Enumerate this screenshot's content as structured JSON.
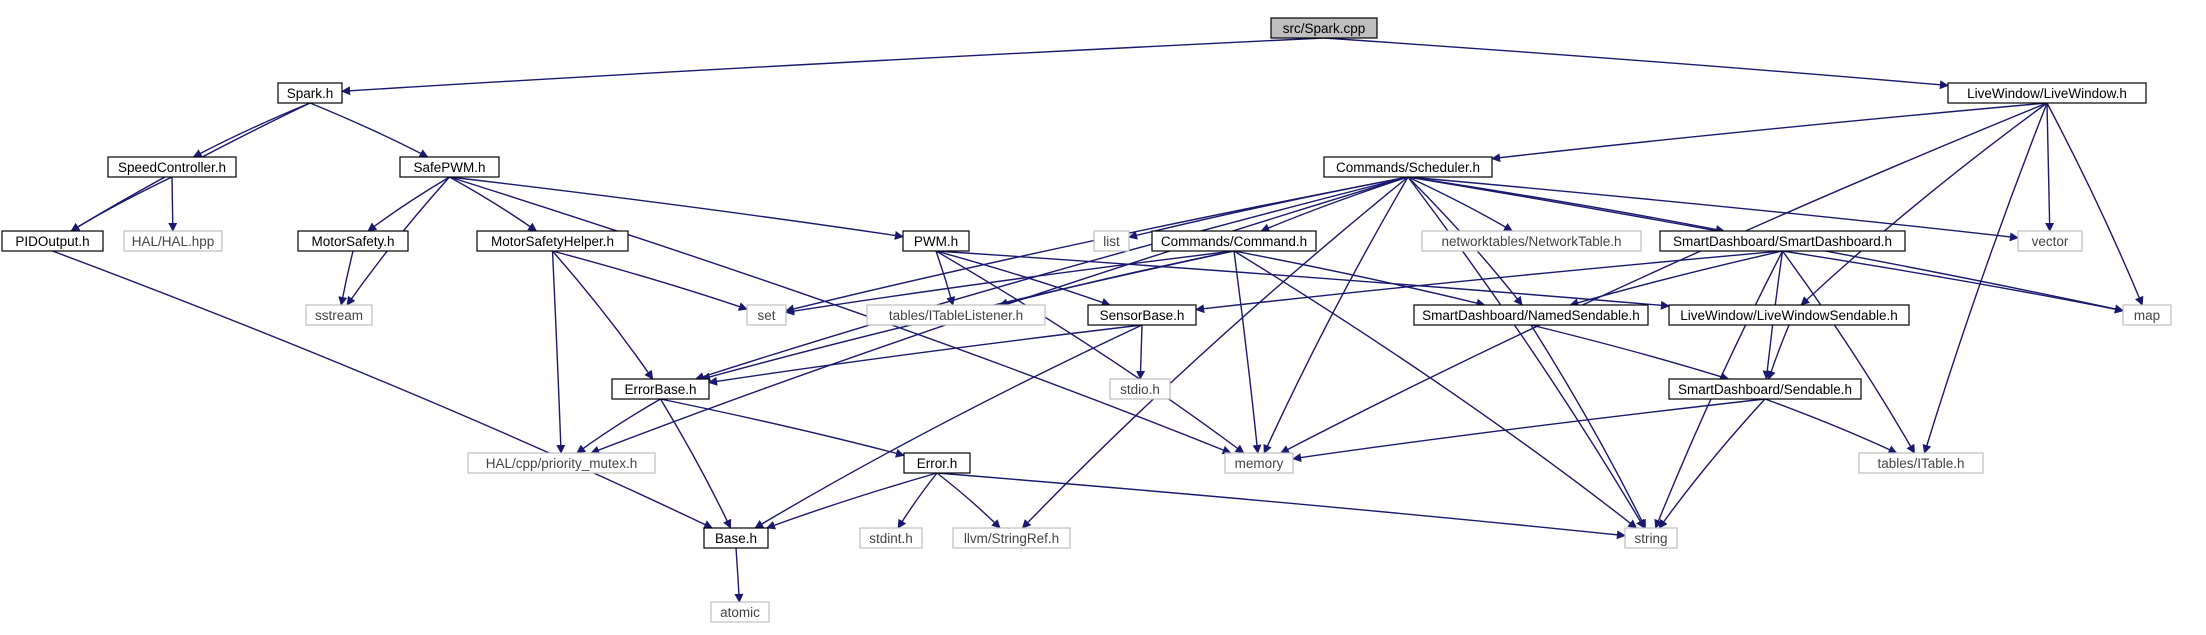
{
  "colors": {
    "edge": "#191970",
    "root_fill": "#bfbfbf",
    "node_border": "#000000",
    "ext_border": "#bfbfbf",
    "background": "#ffffff"
  },
  "nodes": [
    {
      "id": "spark_cpp",
      "label": "src/Spark.cpp",
      "kind": "root"
    },
    {
      "id": "spark_h",
      "label": "Spark.h",
      "kind": "local"
    },
    {
      "id": "livewindow_h",
      "label": "LiveWindow/LiveWindow.h",
      "kind": "local"
    },
    {
      "id": "speedcontroller_h",
      "label": "SpeedController.h",
      "kind": "local"
    },
    {
      "id": "safepwm_h",
      "label": "SafePWM.h",
      "kind": "local"
    },
    {
      "id": "scheduler_h",
      "label": "Commands/Scheduler.h",
      "kind": "local"
    },
    {
      "id": "pidoutput_h",
      "label": "PIDOutput.h",
      "kind": "local"
    },
    {
      "id": "hal_hpp",
      "label": "HAL/HAL.hpp",
      "kind": "ext"
    },
    {
      "id": "motorsafety_h",
      "label": "MotorSafety.h",
      "kind": "local"
    },
    {
      "id": "motorsafetyhelper_h",
      "label": "MotorSafetyHelper.h",
      "kind": "local"
    },
    {
      "id": "pwm_h",
      "label": "PWM.h",
      "kind": "local"
    },
    {
      "id": "list",
      "label": "list",
      "kind": "ext"
    },
    {
      "id": "command_h",
      "label": "Commands/Command.h",
      "kind": "local"
    },
    {
      "id": "networktable_h",
      "label": "networktables/NetworkTable.h",
      "kind": "ext"
    },
    {
      "id": "smartdashboard_h",
      "label": "SmartDashboard/SmartDashboard.h",
      "kind": "local"
    },
    {
      "id": "vector",
      "label": "vector",
      "kind": "ext"
    },
    {
      "id": "sstream",
      "label": "sstream",
      "kind": "ext"
    },
    {
      "id": "set",
      "label": "set",
      "kind": "ext"
    },
    {
      "id": "itablelistener_h",
      "label": "tables/ITableListener.h",
      "kind": "ext"
    },
    {
      "id": "sensorbase_h",
      "label": "SensorBase.h",
      "kind": "local"
    },
    {
      "id": "namedsendable_h",
      "label": "SmartDashboard/NamedSendable.h",
      "kind": "local"
    },
    {
      "id": "livewindowsendable_h",
      "label": "LiveWindow/LiveWindowSendable.h",
      "kind": "local"
    },
    {
      "id": "map",
      "label": "map",
      "kind": "ext"
    },
    {
      "id": "errorbase_h",
      "label": "ErrorBase.h",
      "kind": "local"
    },
    {
      "id": "stdio_h",
      "label": "stdio.h",
      "kind": "ext"
    },
    {
      "id": "sendable_h",
      "label": "SmartDashboard/Sendable.h",
      "kind": "local"
    },
    {
      "id": "priority_mutex_h",
      "label": "HAL/cpp/priority_mutex.h",
      "kind": "ext"
    },
    {
      "id": "memory",
      "label": "memory",
      "kind": "ext"
    },
    {
      "id": "error_h",
      "label": "Error.h",
      "kind": "local"
    },
    {
      "id": "itable_h",
      "label": "tables/ITable.h",
      "kind": "ext"
    },
    {
      "id": "base_h",
      "label": "Base.h",
      "kind": "local"
    },
    {
      "id": "stdint_h",
      "label": "stdint.h",
      "kind": "ext"
    },
    {
      "id": "stringref_h",
      "label": "llvm/StringRef.h",
      "kind": "ext"
    },
    {
      "id": "string",
      "label": "string",
      "kind": "ext"
    },
    {
      "id": "atomic",
      "label": "atomic",
      "kind": "ext"
    }
  ],
  "edges": [
    [
      "spark_cpp",
      "spark_h"
    ],
    [
      "spark_cpp",
      "livewindow_h"
    ],
    [
      "spark_h",
      "pidoutput_h"
    ],
    [
      "spark_h",
      "speedcontroller_h"
    ],
    [
      "spark_h",
      "safepwm_h"
    ],
    [
      "speedcontroller_h",
      "pidoutput_h"
    ],
    [
      "speedcontroller_h",
      "hal_hpp"
    ],
    [
      "pidoutput_h",
      "base_h"
    ],
    [
      "safepwm_h",
      "sstream"
    ],
    [
      "safepwm_h",
      "motorsafety_h"
    ],
    [
      "safepwm_h",
      "motorsafetyhelper_h"
    ],
    [
      "safepwm_h",
      "pwm_h"
    ],
    [
      "safepwm_h",
      "memory"
    ],
    [
      "motorsafety_h",
      "sstream"
    ],
    [
      "motorsafetyhelper_h",
      "set"
    ],
    [
      "motorsafetyhelper_h",
      "priority_mutex_h"
    ],
    [
      "motorsafetyhelper_h",
      "errorbase_h"
    ],
    [
      "livewindow_h",
      "scheduler_h"
    ],
    [
      "livewindow_h",
      "memory"
    ],
    [
      "livewindow_h",
      "vector"
    ],
    [
      "livewindow_h",
      "map"
    ],
    [
      "livewindow_h",
      "itable_h"
    ],
    [
      "livewindow_h",
      "livewindowsendable_h"
    ],
    [
      "scheduler_h",
      "priority_mutex_h"
    ],
    [
      "scheduler_h",
      "errorbase_h"
    ],
    [
      "scheduler_h",
      "set"
    ],
    [
      "scheduler_h",
      "list"
    ],
    [
      "scheduler_h",
      "command_h"
    ],
    [
      "scheduler_h",
      "namedsendable_h"
    ],
    [
      "scheduler_h",
      "networktable_h"
    ],
    [
      "scheduler_h",
      "smartdashboard_h"
    ],
    [
      "scheduler_h",
      "vector"
    ],
    [
      "scheduler_h",
      "map"
    ],
    [
      "scheduler_h",
      "string"
    ],
    [
      "scheduler_h",
      "memory"
    ],
    [
      "scheduler_h",
      "stringref_h"
    ],
    [
      "pwm_h",
      "itablelistener_h"
    ],
    [
      "pwm_h",
      "sensorbase_h"
    ],
    [
      "pwm_h",
      "livewindowsendable_h"
    ],
    [
      "pwm_h",
      "memory"
    ],
    [
      "command_h",
      "set"
    ],
    [
      "command_h",
      "errorbase_h"
    ],
    [
      "command_h",
      "itablelistener_h"
    ],
    [
      "command_h",
      "namedsendable_h"
    ],
    [
      "command_h",
      "memory"
    ],
    [
      "command_h",
      "string"
    ],
    [
      "smartdashboard_h",
      "sensorbase_h"
    ],
    [
      "smartdashboard_h",
      "namedsendable_h"
    ],
    [
      "smartdashboard_h",
      "sendable_h"
    ],
    [
      "smartdashboard_h",
      "itable_h"
    ],
    [
      "smartdashboard_h",
      "string"
    ],
    [
      "smartdashboard_h",
      "map"
    ],
    [
      "sensorbase_h",
      "errorbase_h"
    ],
    [
      "sensorbase_h",
      "stdio_h"
    ],
    [
      "sensorbase_h",
      "base_h"
    ],
    [
      "namedsendable_h",
      "sendable_h"
    ],
    [
      "namedsendable_h",
      "string"
    ],
    [
      "livewindowsendable_h",
      "sendable_h"
    ],
    [
      "sendable_h",
      "memory"
    ],
    [
      "sendable_h",
      "string"
    ],
    [
      "sendable_h",
      "itable_h"
    ],
    [
      "errorbase_h",
      "priority_mutex_h"
    ],
    [
      "errorbase_h",
      "base_h"
    ],
    [
      "errorbase_h",
      "error_h"
    ],
    [
      "error_h",
      "base_h"
    ],
    [
      "error_h",
      "stdint_h"
    ],
    [
      "error_h",
      "stringref_h"
    ],
    [
      "error_h",
      "string"
    ],
    [
      "base_h",
      "atomic"
    ]
  ]
}
